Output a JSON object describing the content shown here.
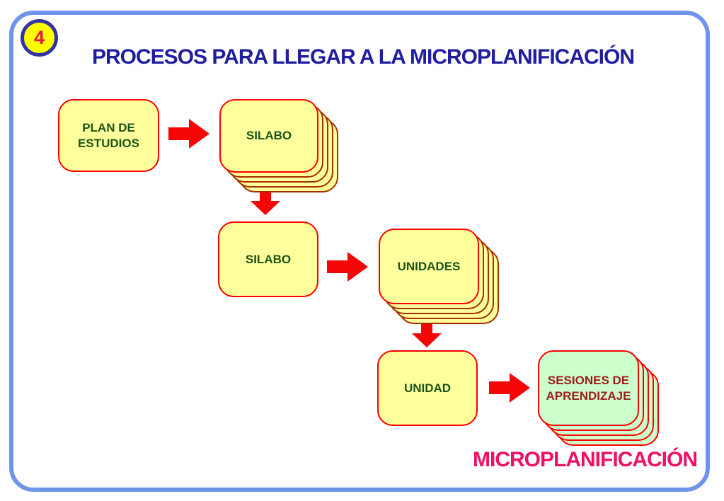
{
  "slide": {
    "page_number": "4",
    "title": "PROCESOS PARA LLEGAR A LA MICROPLANIFICACIÓN",
    "caption": "MICROPLANIFICACIÓN"
  },
  "diagram": {
    "nodes": [
      {
        "id": "plan-de-estudios",
        "label": "PLAN DE\nESTUDIOS",
        "stacked": false,
        "style": "yellow"
      },
      {
        "id": "silabo-stack",
        "label": "SILABO",
        "stacked": true,
        "style": "yellow"
      },
      {
        "id": "silabo",
        "label": "SILABO",
        "stacked": false,
        "style": "yellow"
      },
      {
        "id": "unidades-stack",
        "label": "UNIDADES",
        "stacked": true,
        "style": "yellow"
      },
      {
        "id": "unidad",
        "label": "UNIDAD",
        "stacked": false,
        "style": "yellow"
      },
      {
        "id": "sesiones-aprendizaje-stack",
        "label": "SESIONES DE\nAPRENDIZAJE",
        "stacked": true,
        "style": "green"
      }
    ],
    "connections": [
      {
        "from": "plan-de-estudios",
        "to": "silabo-stack",
        "direction": "right"
      },
      {
        "from": "silabo-stack",
        "to": "silabo",
        "direction": "down"
      },
      {
        "from": "silabo",
        "to": "unidades-stack",
        "direction": "right"
      },
      {
        "from": "unidades-stack",
        "to": "unidad",
        "direction": "down"
      },
      {
        "from": "unidad",
        "to": "sesiones-aprendizaje-stack",
        "direction": "right"
      }
    ]
  },
  "icons": {
    "arrow_right": "block-arrow-right",
    "arrow_down": "block-arrow-down"
  },
  "colors": {
    "frame_border": "#6F94EA",
    "title_text": "#201E9E",
    "badge_fill": "#FFFF00",
    "badge_border": "#3333A6",
    "badge_number": "#E8173F",
    "card_fill_yellow": "#FFFF9C",
    "card_fill_green": "#CCFFCC",
    "card_border_front": "#FF0000",
    "card_border_back": "#A33000",
    "card_text_dark_green": "#1A531A",
    "card_text_dark_red": "#9E1B1B",
    "arrow_red": "#F50505",
    "caption_pink": "#EF1166"
  }
}
